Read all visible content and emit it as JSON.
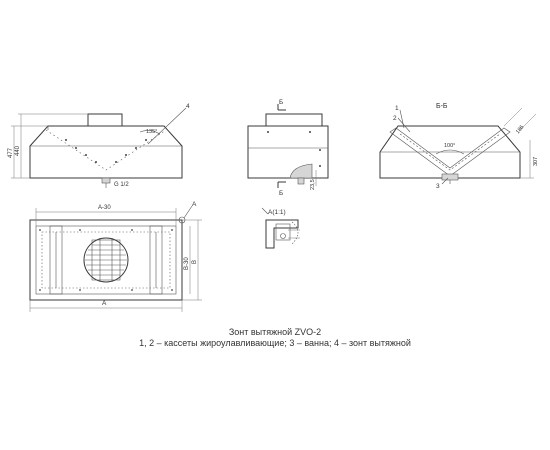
{
  "front_view": {
    "dim_height_outer": "477",
    "dim_height_inner": "440",
    "angle": "135°",
    "part_4": "4",
    "outlet_label": "G 1/2"
  },
  "side_view": {
    "section_mark_top": "Б",
    "section_mark_bottom": "Б",
    "dim_small": "23,5"
  },
  "section_view": {
    "title": "Б-Б",
    "part_1": "1",
    "part_2": "2",
    "part_3": "3",
    "angle": "100°",
    "dim_width": "186",
    "dim_height": "307"
  },
  "plan_view": {
    "dim_top": "A-30",
    "dim_bottom": "A",
    "dim_right_inner": "B-30",
    "dim_right_outer": "B",
    "view_mark": "A"
  },
  "detail_view": {
    "title": "A(1:1)"
  },
  "caption": {
    "line1": "Зонт вытяжной ZVO-2",
    "line2": "1, 2 – кассеты жироулавливающие; 3 – ванна; 4 – зонт вытяжной"
  }
}
